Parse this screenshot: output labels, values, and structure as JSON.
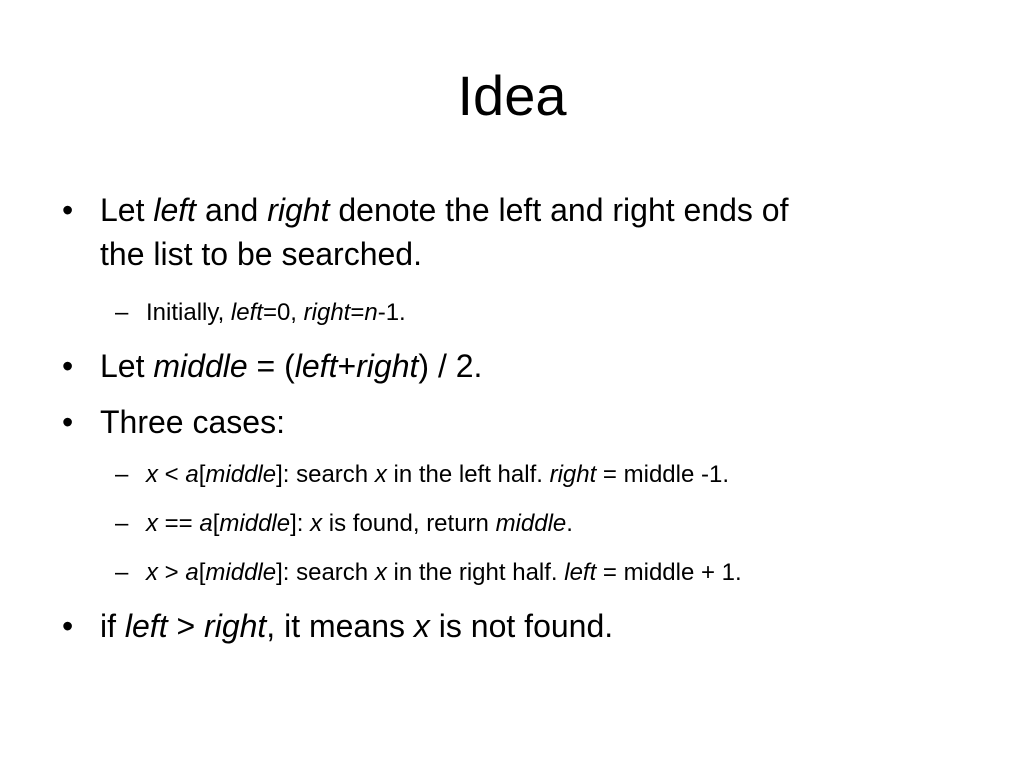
{
  "slide": {
    "title": "Idea",
    "bullet_glyph": "•",
    "dash_glyph": "–"
  },
  "b1": {
    "t1": "Let ",
    "t2": "left",
    "t3": " and ",
    "t4": "right",
    "t5": " denote the left and right ends of",
    "line2": "the list to be searched."
  },
  "s1": {
    "t1": "Initially, ",
    "t2": "left",
    "t3": "=0, ",
    "t4": "right",
    "t5": "=",
    "t6": "n",
    "t7": "-1."
  },
  "b2": {
    "t1": "Let ",
    "t2": "middle",
    "t3": " = (",
    "t4": "left",
    "t5": "+",
    "t6": "right",
    "t7": ") / 2."
  },
  "b3": {
    "t1": "Three cases:"
  },
  "c1": {
    "t1": "x",
    "t2": " < ",
    "t3": "a",
    "t4": "[",
    "t5": "middle",
    "t6": "]: search ",
    "t7": "x",
    "t8": " in the left half. ",
    "t9": "right",
    "t10": " = middle -1."
  },
  "c2": {
    "t1": "x",
    "t2": " == ",
    "t3": "a",
    "t4": "[",
    "t5": "middle",
    "t6": "]: ",
    "t7": "x",
    "t8": " is found, return ",
    "t9": "middle",
    "t10": "."
  },
  "c3": {
    "t1": "x",
    "t2": " > ",
    "t3": "a",
    "t4": "[",
    "t5": "middle",
    "t6": "]: search ",
    "t7": "x",
    "t8": " in the right half. ",
    "t9": "left",
    "t10": " = middle + 1."
  },
  "b4": {
    "t1": "if ",
    "t2": "left",
    "t3": " > ",
    "t4": "right",
    "t5": ", it means ",
    "t6": "x",
    "t7": " is not found."
  }
}
